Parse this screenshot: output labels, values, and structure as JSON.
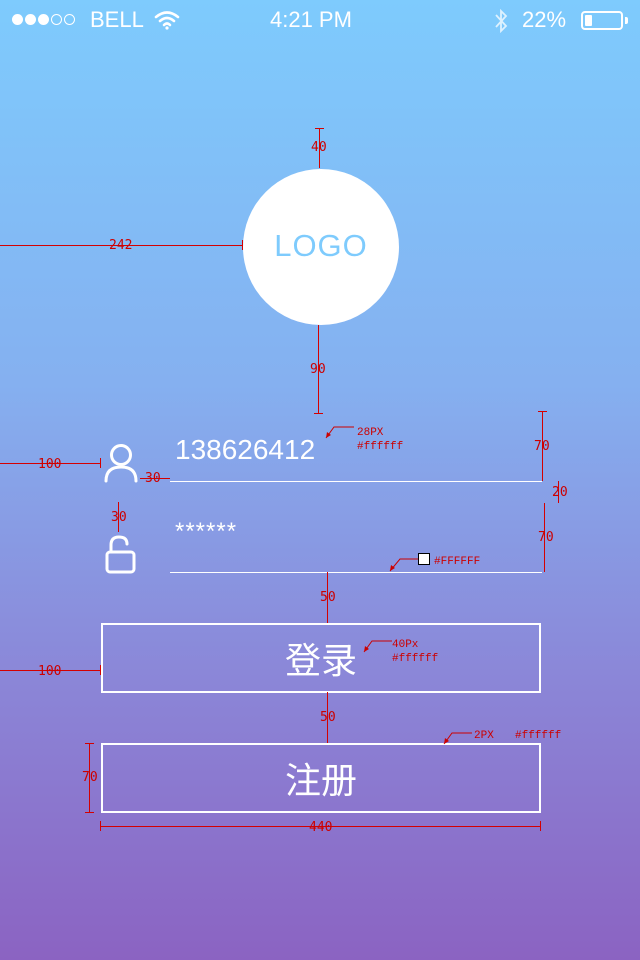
{
  "status_bar": {
    "carrier": "BELL",
    "time": "4:21 PM",
    "battery": "22%",
    "battery_level": 0.22,
    "signal_bars_filled": 3,
    "signal_bars_total": 5
  },
  "logo": {
    "text": "LOGO"
  },
  "form": {
    "phone_value": "138626412",
    "password_value": "******"
  },
  "buttons": {
    "login_label": "登录",
    "register_label": "注册"
  },
  "annotations": {
    "logo_top": "40",
    "logo_left": "242",
    "logo_bottom": "90",
    "field_left": "100",
    "icon_gap": "30",
    "icon_spacing": "30",
    "field_height_1": "70",
    "field_spacing": "20",
    "field_height_2": "70",
    "to_login": "50",
    "button_left": "100",
    "between_buttons": "50",
    "button_height": "70",
    "button_width": "440",
    "phone_font_size": "28PX",
    "phone_color": "#ffffff",
    "underline_color": "#FFFFFF",
    "login_font_size": "40Px",
    "login_color": "#ffffff",
    "border_width": "2PX",
    "border_color": "#ffffff"
  },
  "colors": {
    "gradient_top": "#7ecbfd",
    "gradient_bottom": "#8b63c2",
    "annotation": "#cc0000",
    "text": "#ffffff"
  }
}
